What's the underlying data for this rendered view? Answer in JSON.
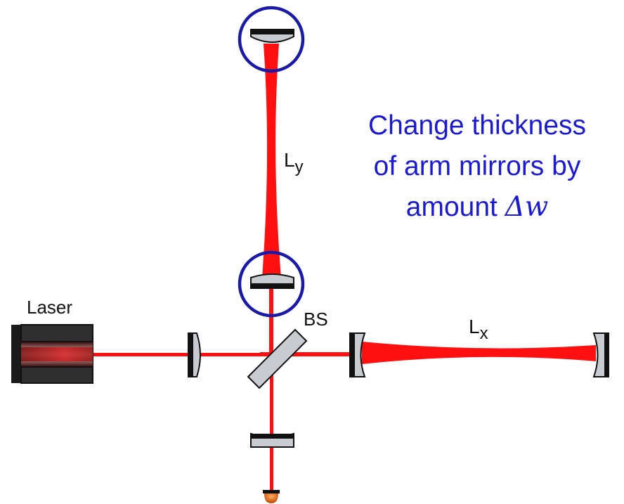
{
  "labels": {
    "laser": "Laser",
    "beam_splitter": "BS",
    "arm_y": "L",
    "arm_y_sub": "y",
    "arm_x": "L",
    "arm_x_sub": "x"
  },
  "annotation": {
    "line1": "Change thickness",
    "line2": "of arm mirrors by",
    "line3_prefix": "amount ",
    "line3_symbol": "Δw",
    "color": "#1a1ad6"
  },
  "colors": {
    "beam": "#ff1010",
    "mirror_fill": "#c8ccd0",
    "mirror_edge": "#111111",
    "highlight_ring": "#1a1aa8",
    "laser_body": "#2a2a2a",
    "detector": "#e05a10"
  }
}
